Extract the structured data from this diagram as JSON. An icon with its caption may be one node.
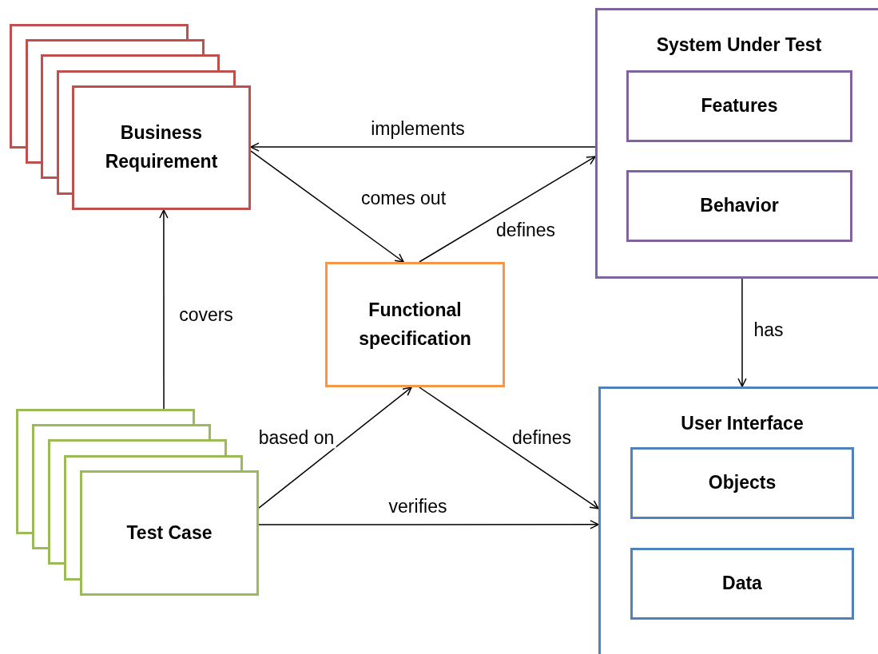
{
  "diagram": {
    "nodes": [
      {
        "text": [
          "Business Requirement"
        ]
      },
      {
        "text": [
          "System Under Test"
        ]
      },
      {
        "text": [
          "Features"
        ],
        "in": 1
      },
      {
        "text": [
          "Behavior"
        ],
        "in": 1
      },
      {
        "text": [
          "Functional specification"
        ]
      },
      {
        "text": [
          "Test Case"
        ]
      },
      {
        "text": [
          "User Interface"
        ]
      },
      {
        "text": [
          "Objects"
        ],
        "in": 6
      },
      {
        "text": [
          "Data"
        ],
        "in": 6
      }
    ],
    "edges": [
      {
        "from": 1,
        "to": 0,
        "arrow": "to",
        "label": "implements"
      },
      {
        "from": 0,
        "to": 4,
        "arrow": "to",
        "label": "comes out"
      },
      {
        "from": 4,
        "to": 1,
        "arrow": "to",
        "label": "defines"
      },
      {
        "from": 5,
        "to": 0,
        "arrow": "to",
        "label": "covers"
      },
      {
        "from": 5,
        "to": 4,
        "arrow": "to",
        "label": "based on"
      },
      {
        "from": 4,
        "to": 6,
        "arrow": "to",
        "label": "defines"
      },
      {
        "from": 5,
        "to": 6,
        "arrow": "to",
        "label": "verifies"
      },
      {
        "from": 1,
        "to": 6,
        "arrow": "to",
        "label": "has"
      }
    ]
  }
}
